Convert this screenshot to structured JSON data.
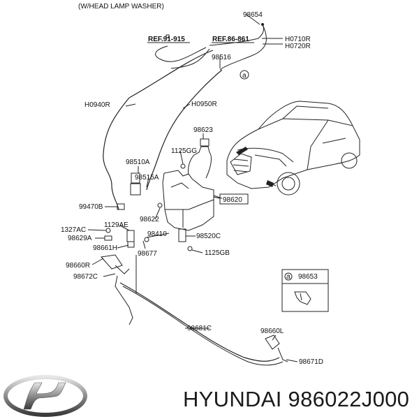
{
  "diagram": {
    "header_note": "(W/HEAD LAMP WASHER)",
    "labels": {
      "p98654": "98654",
      "ref91": "REF.91-915",
      "ref86": "REF.86-861",
      "h0710r": "H0710R",
      "h0720r": "H0720R",
      "p98516": "98516",
      "circle_a": "a",
      "h0940r": "H0940R",
      "h0950r": "H0950R",
      "p98623": "98623",
      "p1125gg": "1125GG",
      "p98510a": "98510A",
      "p98515a": "98515A",
      "p98620": "98620",
      "p99470b": "99470B",
      "p98622": "98622",
      "p1327ac": "1327AC",
      "p1129ae": "1129AE",
      "p98629a": "98629A",
      "p98410": "98410",
      "p98520c": "98520C",
      "p98661h": "98661H",
      "p98677": "98677",
      "p1125gb": "1125GB",
      "p98660r": "98660R",
      "p98672c": "98672C",
      "inset_a": "a",
      "p98653": "98653",
      "p98681c": "98681C",
      "p98660l": "98660L",
      "p98671d": "98671D"
    }
  },
  "brand": {
    "caption": "HYUNDAI 986022J000",
    "logo_icon": "hyundai-logo-icon"
  }
}
